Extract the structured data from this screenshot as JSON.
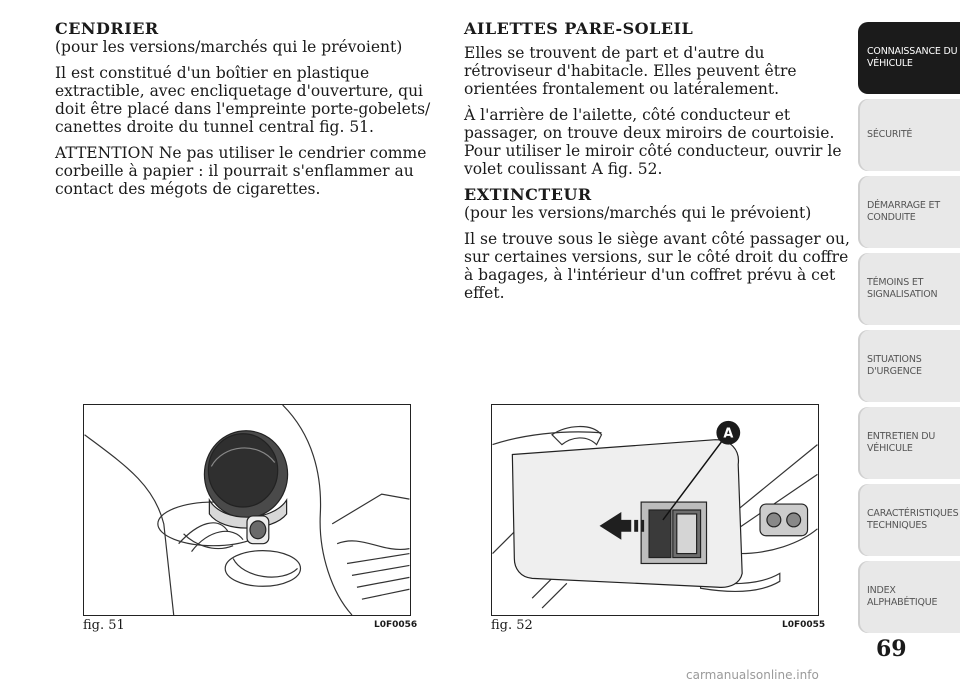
{
  "left": {
    "title": "CENDRIER",
    "subtitle": "(pour les versions/marchés qui le prévoient)",
    "para1": "Il est constitué d'un boîtier en plastique extractible, avec encliquetage d'ouverture, qui doit être placé dans l'empreinte porte-gobelets/ canettes droite du tunnel central fig. 51.",
    "para2": "ATTENTION Ne pas utiliser le cendrier comme corbeille à papier : il pourrait s'enflammer au contact des mégots de cigarettes."
  },
  "right": {
    "title1": "AILETTES PARE-SOLEIL",
    "para1": "Elles se trouvent de part et d'autre du rétroviseur d'habitacle. Elles peuvent être orientées frontalement ou latéralement.",
    "para2": "À l'arrière de l'ailette, côté conducteur et passager, on trouve deux miroirs de courtoisie. Pour utiliser le miroir côté conducteur, ouvrir le volet coulissant A fig. 52.",
    "title2": "EXTINCTEUR",
    "subtitle2": "(pour les versions/marchés qui le prévoient)",
    "para3": "Il se trouve sous le siège avant côté passager ou, sur certaines versions, sur le côté droit du coffre à bagages, à l'intérieur d'un coffret prévu à cet effet."
  },
  "figures": [
    {
      "caption": "fig. 51",
      "code": "L0F0056"
    },
    {
      "caption": "fig. 52",
      "code": "L0F0055",
      "marker": "A"
    }
  ],
  "sidebar": [
    {
      "label": "CONNAISSANCE DU\nVÉHICULE",
      "active": true
    },
    {
      "label": "SÉCURITÉ",
      "active": false
    },
    {
      "label": "DÉMARRAGE ET\nCONDUITE",
      "active": false
    },
    {
      "label": "TÉMOINS ET\nSIGNALISATION",
      "active": false
    },
    {
      "label": "SITUATIONS\nD'URGENCE",
      "active": false
    },
    {
      "label": "ENTRETIEN DU\nVÉHICULE",
      "active": false
    },
    {
      "label": "CARACTÉRISTIQUES\nTECHNIQUES",
      "active": false
    },
    {
      "label": "INDEX\nALPHABÉTIQUE",
      "active": false
    }
  ],
  "page_number": "69",
  "watermark": "carmanualsonline.info"
}
